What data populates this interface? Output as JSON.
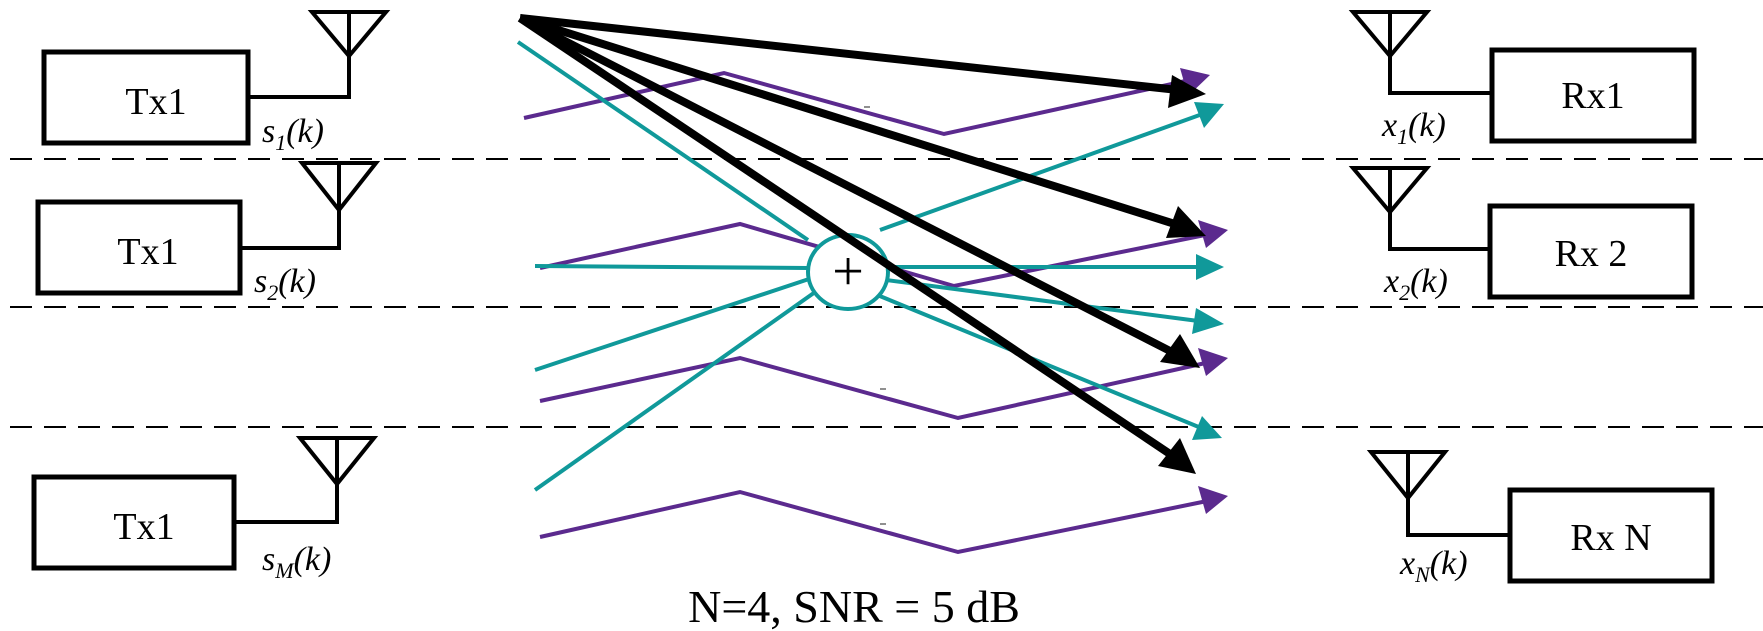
{
  "transmitters": [
    {
      "label": "Tx1",
      "signal": "s",
      "sub": "1",
      "arg": "(k)"
    },
    {
      "label": "Tx1",
      "signal": "s",
      "sub": "2",
      "arg": "(k)"
    },
    {
      "label": "Tx1",
      "signal": "s",
      "sub": "M",
      "arg": "(k)"
    }
  ],
  "receivers": [
    {
      "label": "Rx1",
      "signal": "x",
      "sub": "1",
      "arg": "(k)"
    },
    {
      "label": "Rx 2",
      "signal": "x",
      "sub": "2",
      "arg": "(k)"
    },
    {
      "label": "Rx N",
      "signal": "x",
      "sub": "N",
      "arg": "(k)"
    }
  ],
  "combiner_symbol": "+",
  "caption": "N=4, SNR = 5 dB",
  "colors": {
    "black": "#000000",
    "teal": "#10999a",
    "purple": "#5b2a8e"
  }
}
